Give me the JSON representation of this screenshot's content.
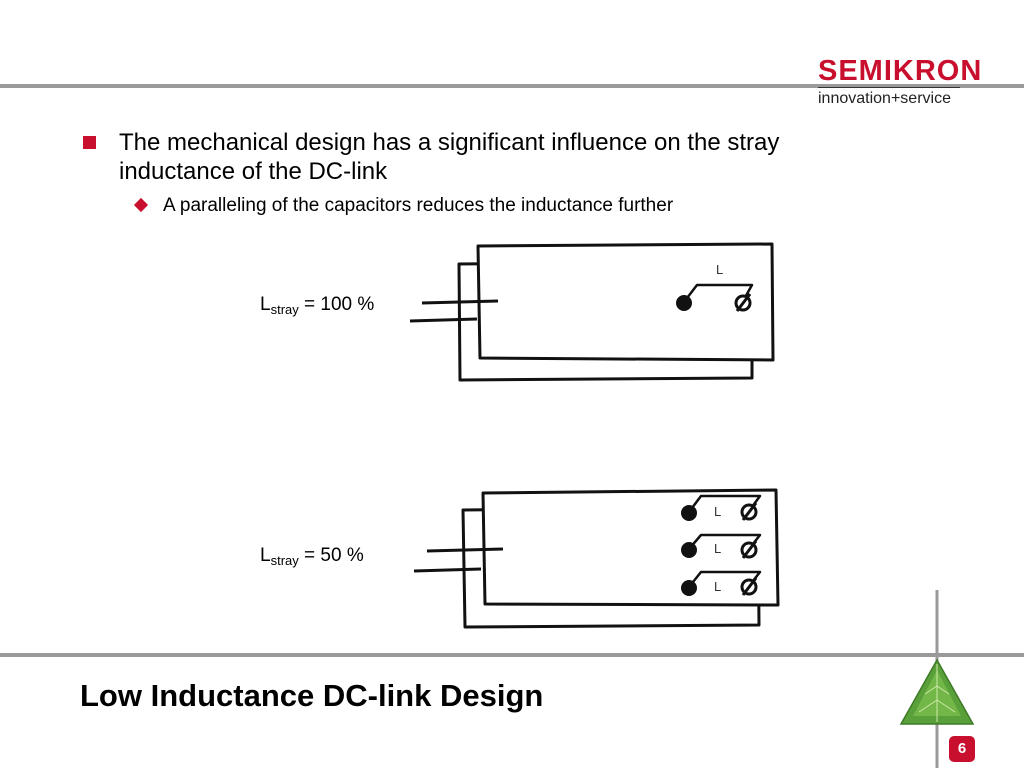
{
  "logo": {
    "brand": "SEMIKRON",
    "tagline": "innovation+service"
  },
  "bullets": {
    "level1": "The mechanical design has a significant influence on the stray inductance of the DC-link",
    "level2": "A paralleling of the capacitors reduces the inductance further"
  },
  "diagram_top": {
    "label_main": "L",
    "label_sub": "stray",
    "label_value": "= 100 %",
    "inductor_label": "L"
  },
  "diagram_bottom": {
    "label_main": "L",
    "label_sub": "stray",
    "label_value": "= 50 %",
    "inductor_labels": [
      "L",
      "L",
      "L"
    ]
  },
  "slide_title": "Low Inductance DC-link Design",
  "page_number": "6",
  "colors": {
    "accent": "#c8102e",
    "rule": "#9a9a9a",
    "tree": "#5aa03a"
  }
}
